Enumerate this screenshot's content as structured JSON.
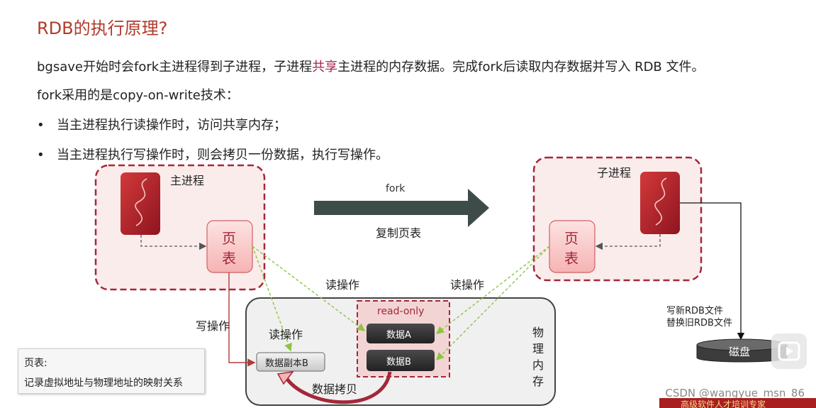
{
  "header": {
    "title": "RDB的执行原理?",
    "line1_a": "bgsave开始时会fork主进程得到子进程，子进程",
    "line1_highlight": "共享",
    "line1_b": "主进程的内存数据。完成fork后读取内存数据并写入 RDB 文件。",
    "line2": "fork采用的是copy-on-write技术：",
    "bullets": [
      "当主进程执行读操作时，访问共享内存；",
      "当主进程执行写操作时，则会拷贝一份数据，执行写操作。"
    ]
  },
  "diagram": {
    "main_process_label": "主进程",
    "child_process_label": "子进程",
    "page_table_label": "页\n表",
    "page_table_char1": "页",
    "page_table_char2": "表",
    "fork_label": "fork",
    "copy_page_table_label": "复制页表",
    "read_op_left": "读操作",
    "read_op_right": "读操作",
    "write_op": "写操作",
    "read_op_inner": "读操作",
    "read_only_label": "read-only",
    "data_a": "数据A",
    "data_b": "数据B",
    "data_copy_b": "数据副本B",
    "data_copy_label": "数据拷贝",
    "physical_memory_chars": [
      "物",
      "理",
      "内",
      "存"
    ],
    "write_rdb_line1": "写新RDB文件",
    "write_rdb_line2": "替换旧RDB文件",
    "disk_label": "磁盘"
  },
  "legend": {
    "title": "页表:",
    "desc": "记录虚拟地址与物理地址的映射关系"
  },
  "watermark": "CSDN @wangyue_msn_86",
  "bottom_strip": "高级软件人才培训专家",
  "colors": {
    "title": "#b23a2a",
    "highlight": "#a3214a",
    "process_border": "#a3283a",
    "process_fill": "#fbecec",
    "arrow_green": "#8cc63f",
    "fork_arrow": "#3d4c48",
    "dark_block": "#333333"
  }
}
